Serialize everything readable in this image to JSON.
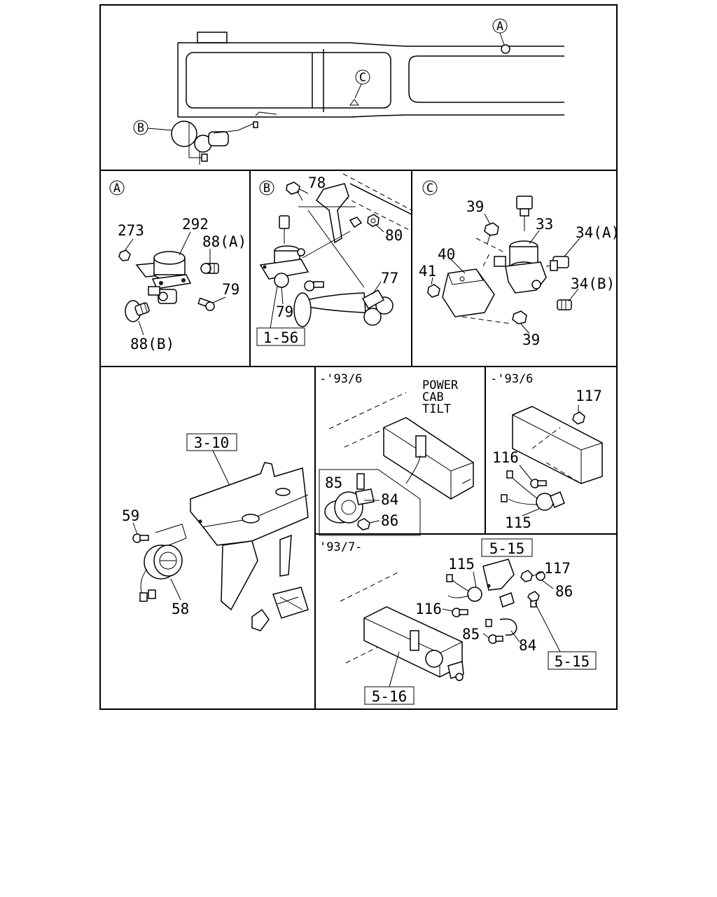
{
  "callouts": {
    "A": "A",
    "B": "B",
    "C": "C"
  },
  "panel_a": {
    "p273": "273",
    "p292": "292",
    "p88a": "88(A)",
    "p79": "79",
    "p88b": "88(B)"
  },
  "panel_b": {
    "p78": "78",
    "p80": "80",
    "p77": "77",
    "p79": "79",
    "ref": "1-56"
  },
  "panel_c": {
    "p39_top": "39",
    "p33": "33",
    "p34a": "34(A)",
    "p40": "40",
    "p41": "41",
    "p34b": "34(B)",
    "p39_bottom": "39"
  },
  "panel_pedal": {
    "ref": "3-10",
    "p59": "59",
    "p58": "58"
  },
  "panel_tilt_early": {
    "period": "-'93/6",
    "label_line1": "POWER",
    "label_line2": "CAB",
    "label_line3": "TILT",
    "p85": "85",
    "p84": "84",
    "p86": "86"
  },
  "panel_tilt_switch_early": {
    "period": "-'93/6",
    "p117": "117",
    "p116": "116",
    "p115": "115"
  },
  "panel_tilt_late": {
    "period": "'93/7-",
    "ref_top": "5-15",
    "p115": "115",
    "p117": "117",
    "p86": "86",
    "p116": "116",
    "p85": "85",
    "p84": "84",
    "ref_right": "5-15",
    "ref_bottom": "5-16"
  }
}
